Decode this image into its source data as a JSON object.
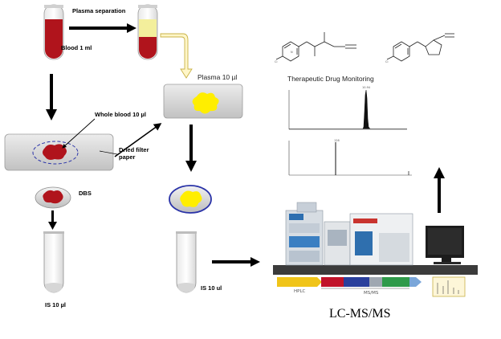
{
  "labels": {
    "plasma_separation": "Plasma separation",
    "blood_1ml": "Blood 1 ml",
    "plasma_10ul": "Plasma 10 µl",
    "whole_blood_10ul": "Whole blood 10 µl",
    "dried_filter_paper_1": "Dried filter",
    "dried_filter_paper_2": "paper",
    "dbs": "DBS",
    "is_left": "IS 10 µl",
    "is_right": "IS 10 ul",
    "tdm": "Therapeutic Drug Monitoring",
    "lcmsms": "LC-MS/MS",
    "hplc_bar": "HPLC",
    "msms_bar": "MS/MS"
  },
  "colors": {
    "blood": "#b0141c",
    "plasma": "#f3ef9c",
    "plasma_spot": "#ffee00",
    "paper": "#d4d4d4",
    "ring": "#2a33a8",
    "arrow_hollow": "#e8d26a"
  }
}
